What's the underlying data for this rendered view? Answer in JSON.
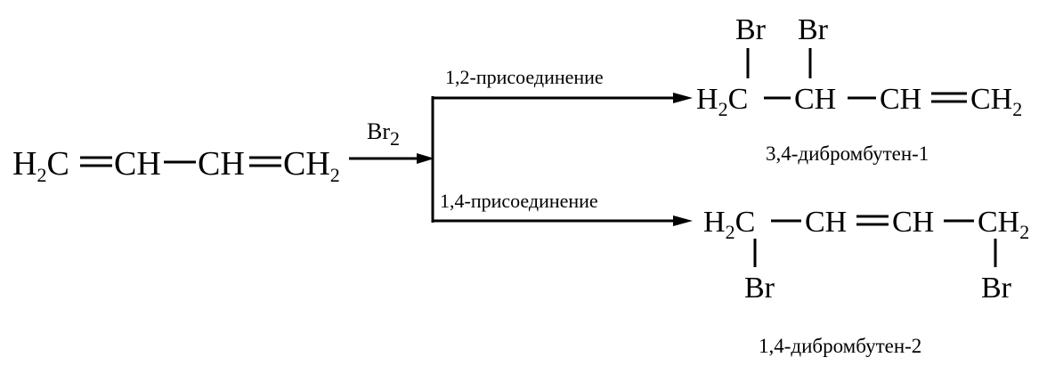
{
  "reactant": {
    "group1": "H",
    "group1_sub": "2",
    "group1_tail": "C",
    "group2": "CH",
    "group3": "CH",
    "group4": "CH",
    "group4_sub": "2"
  },
  "reagent": {
    "text": "Br",
    "sub": "2"
  },
  "branch_top": {
    "label": "1,2-присоединение",
    "product": {
      "c1": "H",
      "c1_sub": "2",
      "c1_tail": "C",
      "c2": "CH",
      "c3": "CH",
      "c4": "CH",
      "c4_sub": "2",
      "sub_atom1": "Br",
      "sub_atom2": "Br"
    },
    "name": "3,4-дибромбутен-1"
  },
  "branch_bottom": {
    "label": "1,4-присоединение",
    "product": {
      "c1": "H",
      "c1_sub": "2",
      "c1_tail": "C",
      "c2": "CH",
      "c3": "CH",
      "c4": "CH",
      "c4_sub": "2",
      "sub_atom1": "Br",
      "sub_atom2": "Br"
    },
    "name": "1,4-дибромбутен-2"
  }
}
